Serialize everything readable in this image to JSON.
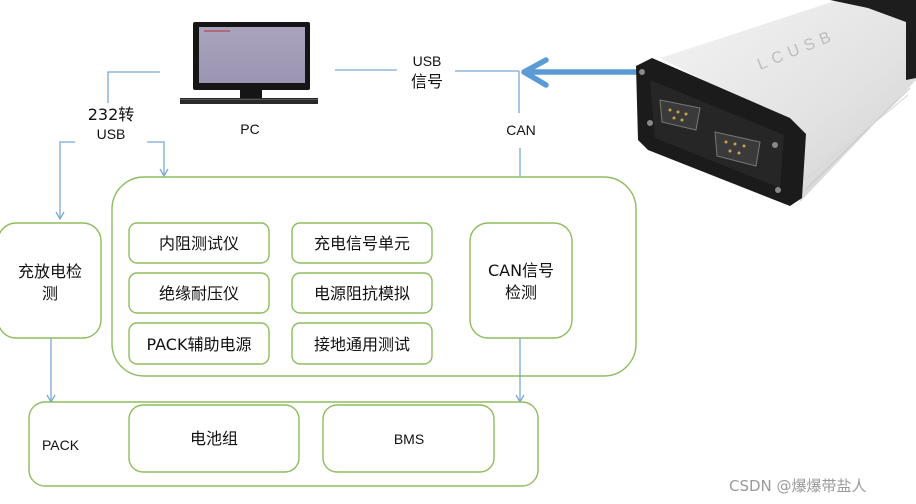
{
  "pc": {
    "label": "PC"
  },
  "usb_converter": {
    "line1": "232转",
    "line2": "USB"
  },
  "usb_signal": {
    "line1": "USB",
    "line2": "信号"
  },
  "can_link": {
    "label": "CAN"
  },
  "charge_discharge": {
    "line1": "充放电检",
    "line2": "测"
  },
  "test_modules": [
    {
      "label": "内阻测试仪"
    },
    {
      "label": "充电信号单元"
    },
    {
      "label": "绝缘耐压仪"
    },
    {
      "label": "电源阻抗模拟"
    },
    {
      "label": "PACK辅助电源"
    },
    {
      "label": "接地通用测试"
    }
  ],
  "can_detect": {
    "line1": "CAN信号",
    "line2": "检测"
  },
  "pack": {
    "label": "PACK",
    "battery": "电池组",
    "bms": "BMS"
  },
  "device": {
    "label": "LCUSB"
  },
  "watermark": "CSDN @爆爆带盐人",
  "colors": {
    "box_border": "#8dbd5f",
    "link_line": "#7aa8d8",
    "usb_arrow": "#5b9bd5"
  }
}
